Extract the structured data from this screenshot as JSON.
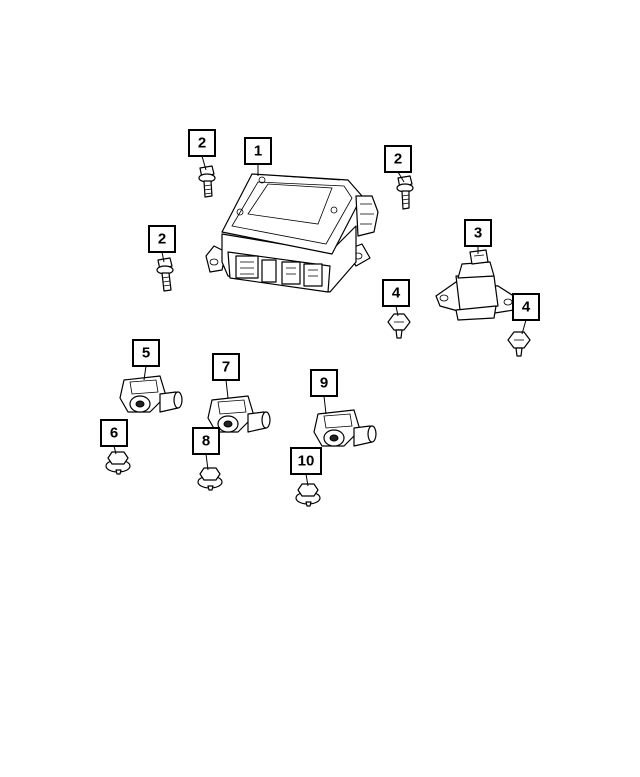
{
  "diagram": {
    "callouts": {
      "c1": "1",
      "c2a": "2",
      "c2b": "2",
      "c2c": "2",
      "c3": "3",
      "c4a": "4",
      "c4b": "4",
      "c5": "5",
      "c6": "6",
      "c7": "7",
      "c8": "8",
      "c9": "9",
      "c10": "10"
    }
  }
}
